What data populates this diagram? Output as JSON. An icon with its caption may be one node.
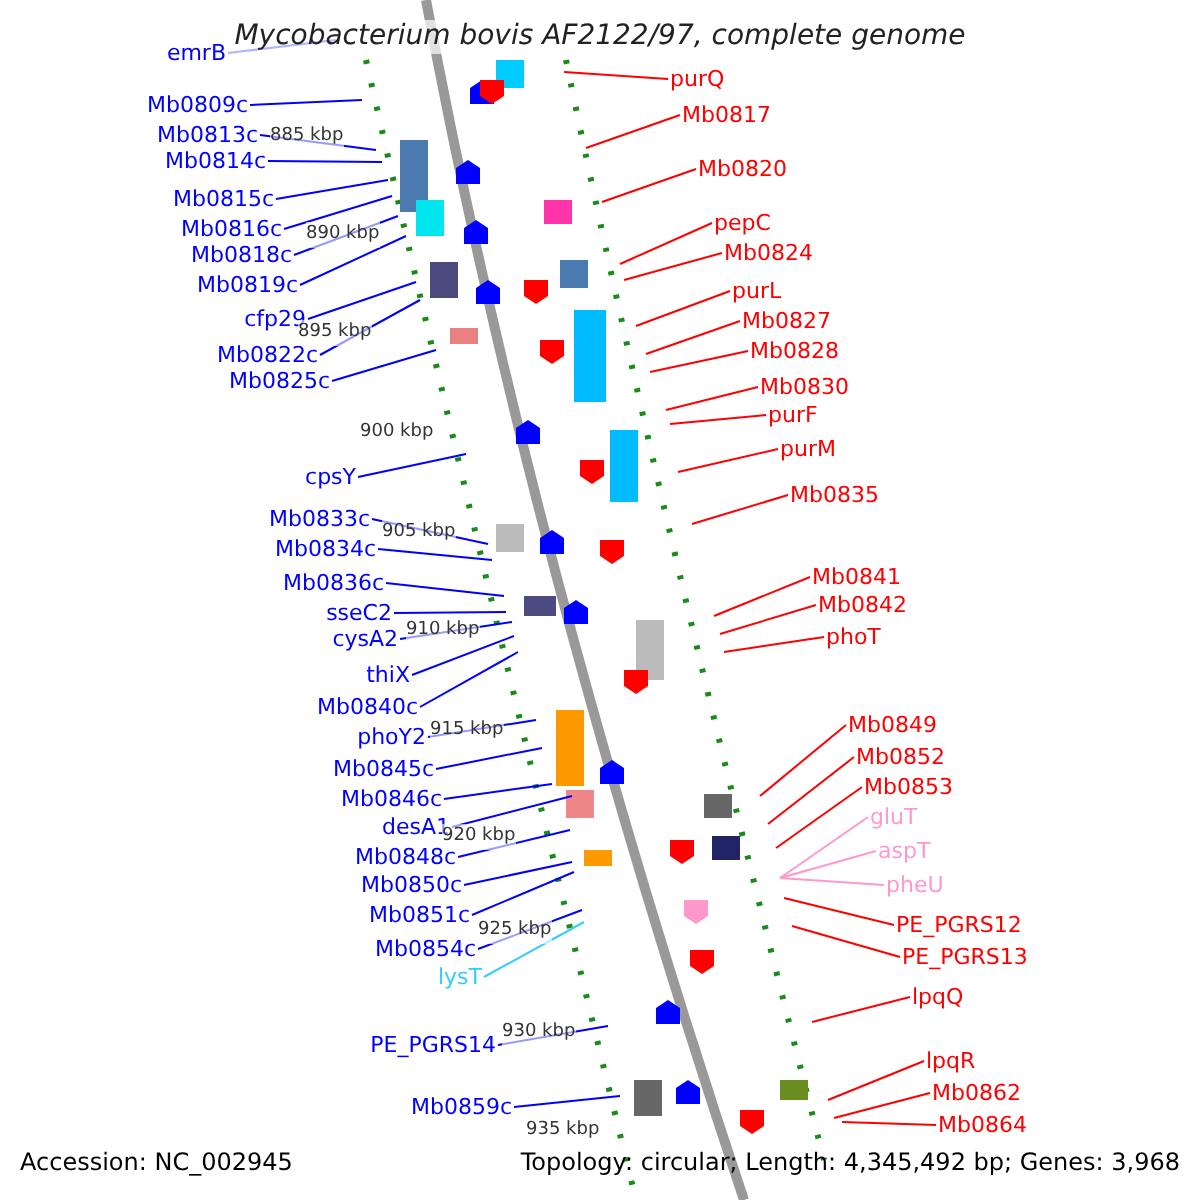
{
  "diagram": {
    "title": "Mycobacterium bovis AF2122/97, complete genome",
    "nodes": [
      {
        "text": [
          "emrB"
        ]
      },
      {
        "text": [
          "Mb0809c"
        ]
      },
      {
        "text": [
          "Mb0813c"
        ]
      },
      {
        "text": [
          "Mb0814c"
        ]
      },
      {
        "text": [
          "Mb0815c"
        ]
      },
      {
        "text": [
          "Mb0816c"
        ]
      },
      {
        "text": [
          "Mb0818c"
        ]
      },
      {
        "text": [
          "Mb0819c"
        ]
      },
      {
        "text": [
          "cfp29"
        ]
      },
      {
        "text": [
          "Mb0822c"
        ]
      },
      {
        "text": [
          "Mb0825c"
        ]
      },
      {
        "text": [
          "cpsY"
        ]
      },
      {
        "text": [
          "Mb0833c"
        ]
      },
      {
        "text": [
          "Mb0834c"
        ]
      },
      {
        "text": [
          "Mb0836c"
        ]
      },
      {
        "text": [
          "sseC2"
        ]
      },
      {
        "text": [
          "cysA2"
        ]
      },
      {
        "text": [
          "thiX"
        ]
      },
      {
        "text": [
          "Mb0840c"
        ]
      },
      {
        "text": [
          "phoY2"
        ]
      },
      {
        "text": [
          "Mb0845c"
        ]
      },
      {
        "text": [
          "Mb0846c"
        ]
      },
      {
        "text": [
          "desA1"
        ]
      },
      {
        "text": [
          "Mb0848c"
        ]
      },
      {
        "text": [
          "Mb0850c"
        ]
      },
      {
        "text": [
          "Mb0851c"
        ]
      },
      {
        "text": [
          "Mb0854c"
        ]
      },
      {
        "text": [
          "lysT"
        ]
      },
      {
        "text": [
          "PE_PGRS14"
        ]
      },
      {
        "text": [
          "Mb0859c"
        ]
      },
      {
        "text": [
          "purQ"
        ]
      },
      {
        "text": [
          "Mb0817"
        ]
      },
      {
        "text": [
          "Mb0820"
        ]
      },
      {
        "text": [
          "pepC"
        ]
      },
      {
        "text": [
          "Mb0824"
        ]
      },
      {
        "text": [
          "purL"
        ]
      },
      {
        "text": [
          "Mb0827"
        ]
      },
      {
        "text": [
          "Mb0828"
        ]
      },
      {
        "text": [
          "Mb0830"
        ]
      },
      {
        "text": [
          "purF"
        ]
      },
      {
        "text": [
          "purM"
        ]
      },
      {
        "text": [
          "Mb0835"
        ]
      },
      {
        "text": [
          "Mb0841"
        ]
      },
      {
        "text": [
          "Mb0842"
        ]
      },
      {
        "text": [
          "phoT"
        ]
      },
      {
        "text": [
          "Mb0849"
        ]
      },
      {
        "text": [
          "Mb0852"
        ]
      },
      {
        "text": [
          "Mb0853"
        ]
      },
      {
        "text": [
          "gluT"
        ]
      },
      {
        "text": [
          "aspT"
        ]
      },
      {
        "text": [
          "pheU"
        ]
      },
      {
        "text": [
          "PE_PGRS12"
        ]
      },
      {
        "text": [
          "PE_PGRS13"
        ]
      },
      {
        "text": [
          "lpqQ"
        ]
      },
      {
        "text": [
          "lpqR"
        ]
      },
      {
        "text": [
          "Mb0862"
        ]
      },
      {
        "text": [
          "Mb0864"
        ]
      }
    ],
    "edges": [
      {
        "from": 0,
        "to": null,
        "arrow": "none"
      },
      {
        "from": 1,
        "to": null,
        "arrow": "none"
      },
      {
        "from": 2,
        "to": null,
        "arrow": "none"
      },
      {
        "from": 3,
        "to": null,
        "arrow": "none"
      },
      {
        "from": 4,
        "to": null,
        "arrow": "none"
      },
      {
        "from": 5,
        "to": null,
        "arrow": "none"
      },
      {
        "from": 6,
        "to": null,
        "arrow": "none"
      },
      {
        "from": 7,
        "to": null,
        "arrow": "none"
      },
      {
        "from": 8,
        "to": null,
        "arrow": "none"
      },
      {
        "from": 9,
        "to": null,
        "arrow": "none"
      },
      {
        "from": 10,
        "to": null,
        "arrow": "none"
      },
      {
        "from": 11,
        "to": null,
        "arrow": "none"
      },
      {
        "from": 12,
        "to": null,
        "arrow": "none"
      },
      {
        "from": 13,
        "to": null,
        "arrow": "none"
      },
      {
        "from": 14,
        "to": null,
        "arrow": "none"
      },
      {
        "from": 15,
        "to": null,
        "arrow": "none"
      },
      {
        "from": 16,
        "to": null,
        "arrow": "none"
      },
      {
        "from": 17,
        "to": null,
        "arrow": "none"
      },
      {
        "from": 18,
        "to": null,
        "arrow": "none"
      },
      {
        "from": 19,
        "to": null,
        "arrow": "none"
      },
      {
        "from": 20,
        "to": null,
        "arrow": "none"
      },
      {
        "from": 21,
        "to": null,
        "arrow": "none"
      },
      {
        "from": 22,
        "to": null,
        "arrow": "none"
      },
      {
        "from": 23,
        "to": null,
        "arrow": "none"
      },
      {
        "from": 24,
        "to": null,
        "arrow": "none"
      },
      {
        "from": 25,
        "to": null,
        "arrow": "none"
      },
      {
        "from": 26,
        "to": null,
        "arrow": "none"
      },
      {
        "from": 27,
        "to": null,
        "arrow": "none",
        "color": "#33ccff"
      },
      {
        "from": 28,
        "to": null,
        "arrow": "none"
      },
      {
        "from": 29,
        "to": null,
        "arrow": "none"
      },
      {
        "from": 30,
        "to": null,
        "arrow": "none",
        "color": "#ff0000"
      },
      {
        "from": 31,
        "to": null,
        "arrow": "none",
        "color": "#ff0000"
      },
      {
        "from": 32,
        "to": null,
        "arrow": "none",
        "color": "#ff0000"
      },
      {
        "from": 33,
        "to": null,
        "arrow": "none",
        "color": "#ff0000"
      },
      {
        "from": 34,
        "to": null,
        "arrow": "none",
        "color": "#ff0000"
      },
      {
        "from": 35,
        "to": null,
        "arrow": "none",
        "color": "#ff0000"
      },
      {
        "from": 36,
        "to": null,
        "arrow": "none",
        "color": "#ff0000"
      },
      {
        "from": 37,
        "to": null,
        "arrow": "none",
        "color": "#ff0000"
      },
      {
        "from": 38,
        "to": null,
        "arrow": "none",
        "color": "#ff0000"
      },
      {
        "from": 39,
        "to": null,
        "arrow": "none",
        "color": "#ff0000"
      },
      {
        "from": 40,
        "to": null,
        "arrow": "none",
        "color": "#ff0000"
      },
      {
        "from": 41,
        "to": null,
        "arrow": "none",
        "color": "#ff0000"
      },
      {
        "from": 42,
        "to": null,
        "arrow": "none",
        "color": "#ff0000"
      },
      {
        "from": 43,
        "to": null,
        "arrow": "none",
        "color": "#ff0000"
      },
      {
        "from": 44,
        "to": null,
        "arrow": "none",
        "color": "#ff0000"
      },
      {
        "from": 45,
        "to": null,
        "arrow": "none",
        "color": "#ff0000"
      },
      {
        "from": 46,
        "to": null,
        "arrow": "none",
        "color": "#ff0000"
      },
      {
        "from": 47,
        "to": null,
        "arrow": "none",
        "color": "#ff0000"
      },
      {
        "from": 48,
        "to": null,
        "arrow": "none",
        "color": "#ff99cc"
      },
      {
        "from": 49,
        "to": null,
        "arrow": "none",
        "color": "#ff99cc"
      },
      {
        "from": 50,
        "to": null,
        "arrow": "none",
        "color": "#ff99cc"
      },
      {
        "from": 51,
        "to": null,
        "arrow": "none",
        "color": "#ff0000"
      },
      {
        "from": 52,
        "to": null,
        "arrow": "none",
        "color": "#ff0000"
      },
      {
        "from": 53,
        "to": null,
        "arrow": "none",
        "color": "#ff0000"
      },
      {
        "from": 54,
        "to": null,
        "arrow": "none",
        "color": "#ff0000"
      },
      {
        "from": 55,
        "to": null,
        "arrow": "none",
        "color": "#ff0000"
      },
      {
        "from": 56,
        "to": null,
        "arrow": "none",
        "color": "#ff0000"
      }
    ],
    "labels": [
      "885 kbp",
      "890 kbp",
      "895 kbp",
      "900 kbp",
      "905 kbp",
      "910 kbp",
      "915 kbp",
      "920 kbp",
      "925 kbp",
      "930 kbp",
      "935 kbp",
      "Accession: NC_002945",
      "Topology: circular; Length: 4,345,492 bp; Genes: 3,968"
    ]
  }
}
